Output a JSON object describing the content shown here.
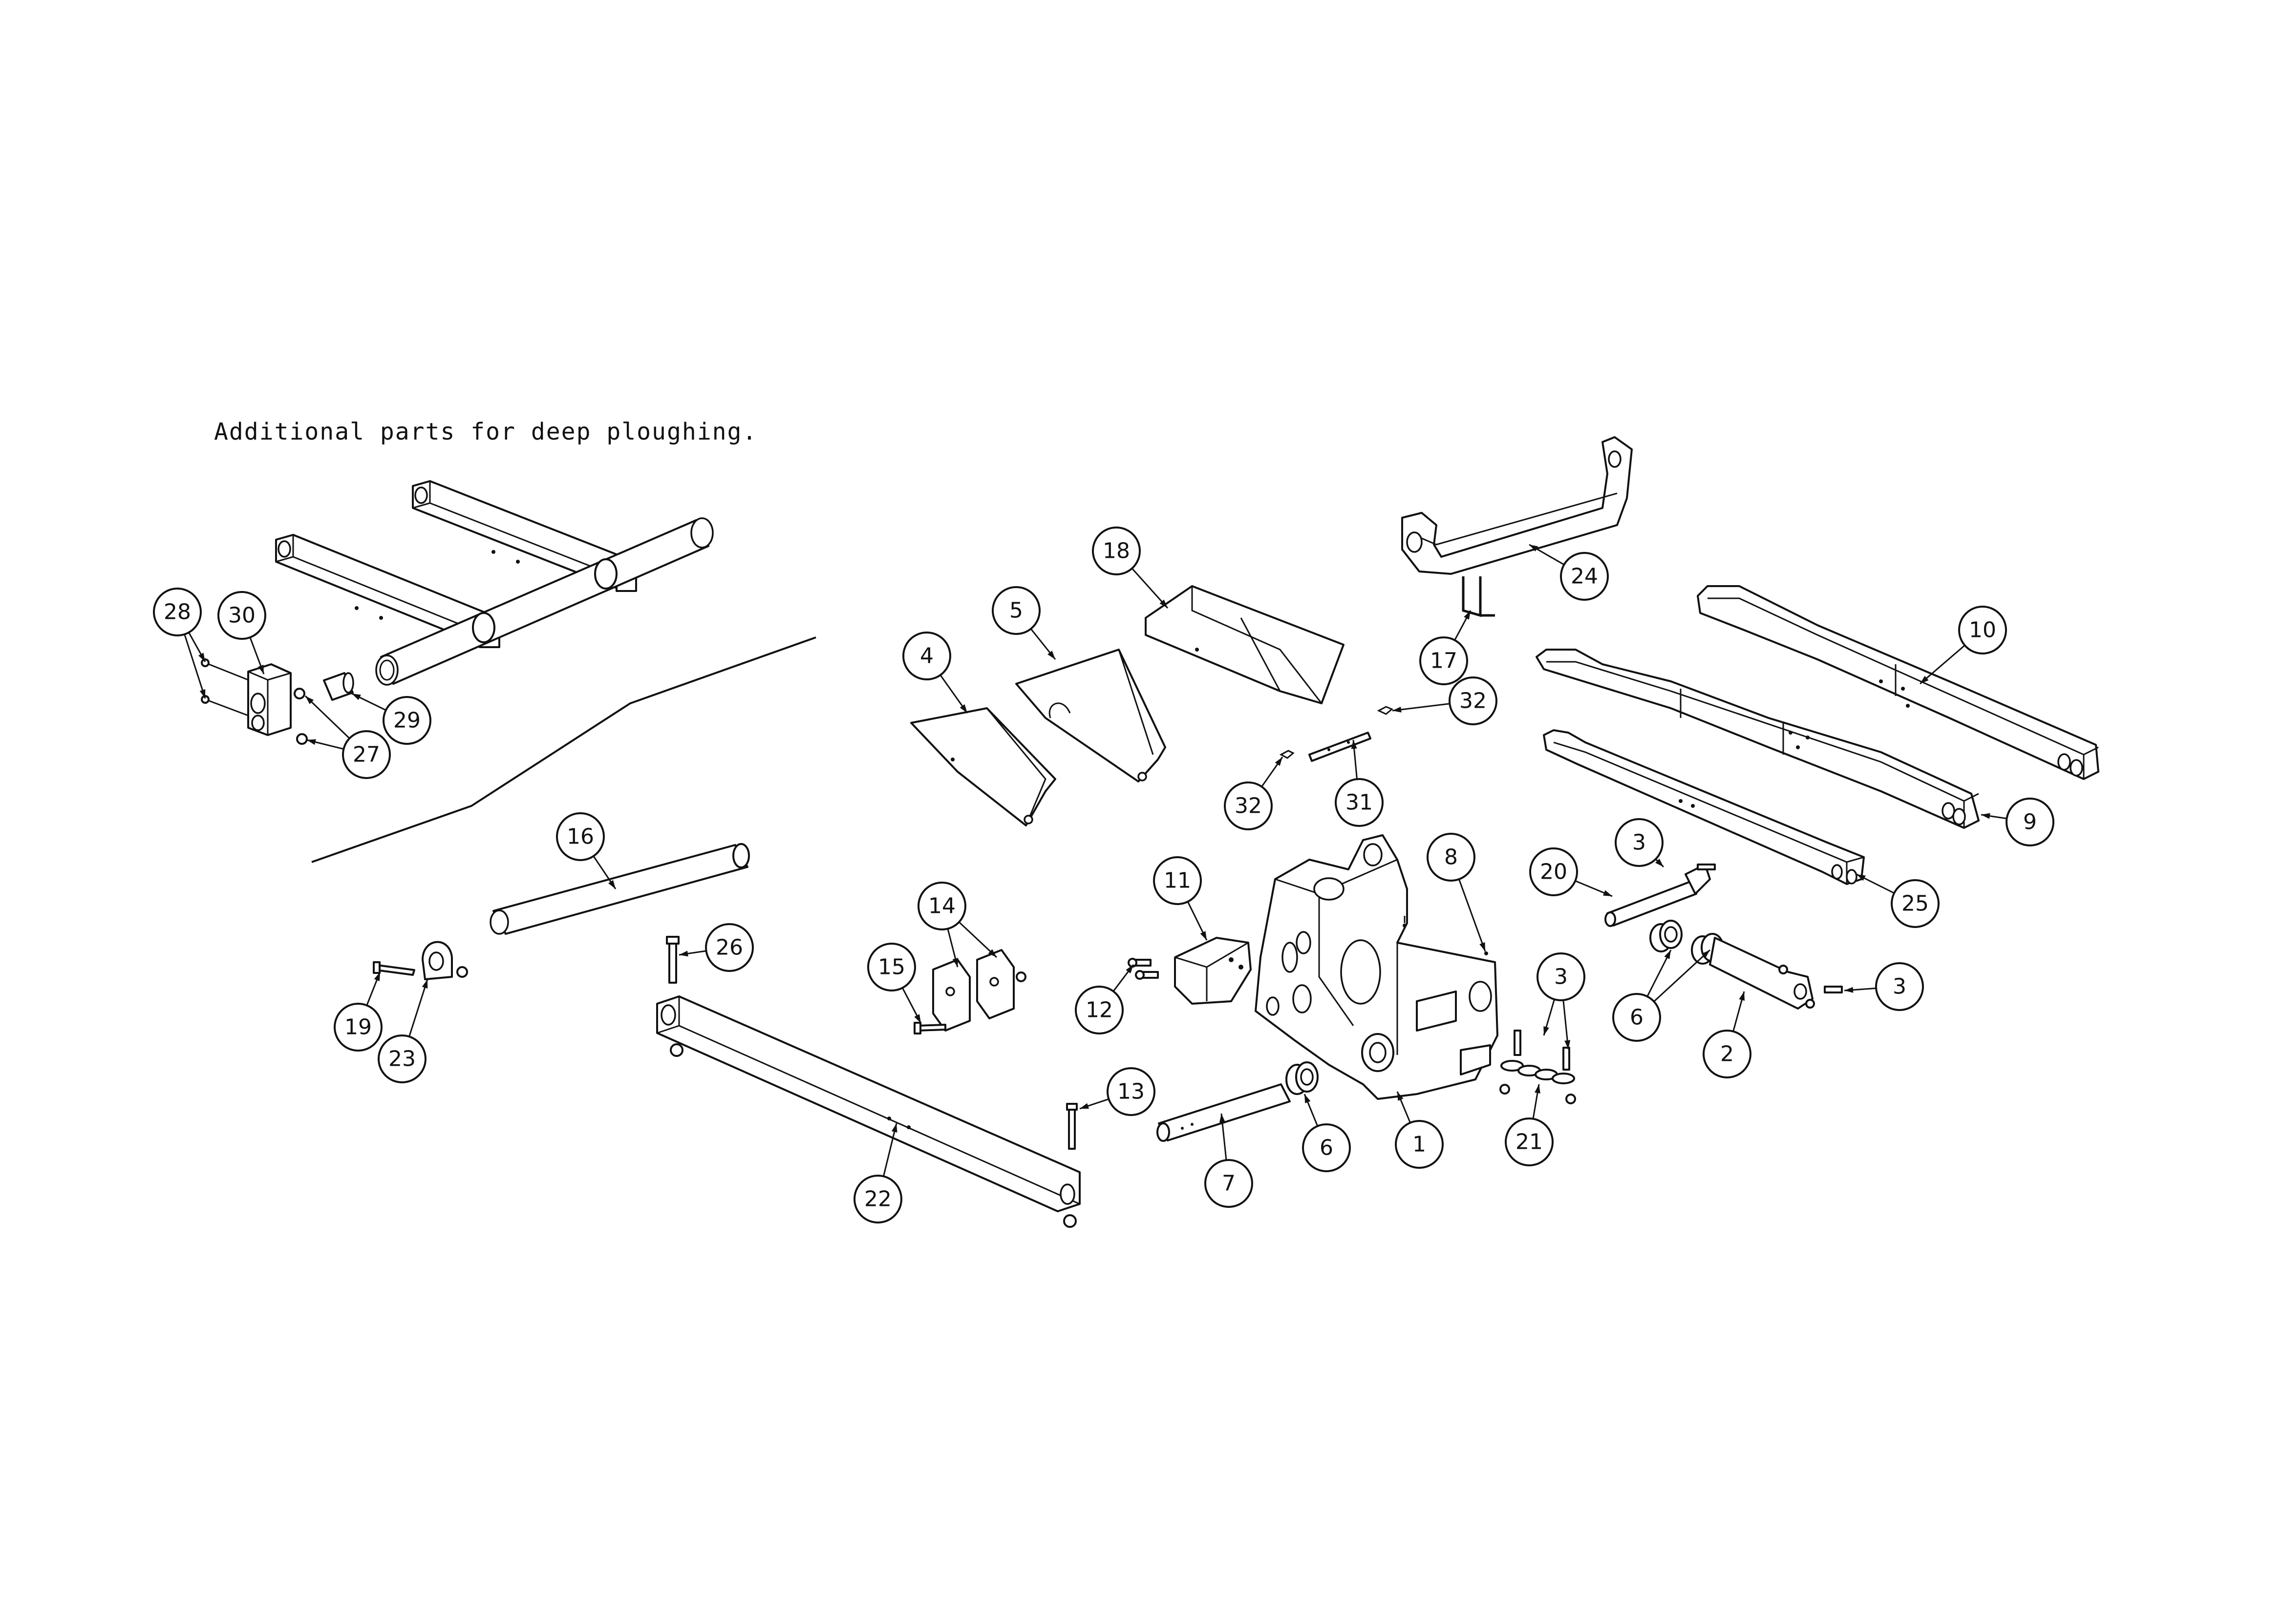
{
  "caption": "Additional parts for deep ploughing.",
  "balloons": [
    {
      "id": "1",
      "label": "1"
    },
    {
      "id": "2",
      "label": "2"
    },
    {
      "id": "3a",
      "label": "3"
    },
    {
      "id": "3b",
      "label": "3"
    },
    {
      "id": "3c",
      "label": "3"
    },
    {
      "id": "4",
      "label": "4"
    },
    {
      "id": "5",
      "label": "5"
    },
    {
      "id": "6a",
      "label": "6"
    },
    {
      "id": "6b",
      "label": "6"
    },
    {
      "id": "7",
      "label": "7"
    },
    {
      "id": "8",
      "label": "8"
    },
    {
      "id": "9",
      "label": "9"
    },
    {
      "id": "10",
      "label": "10"
    },
    {
      "id": "11",
      "label": "11"
    },
    {
      "id": "12",
      "label": "12"
    },
    {
      "id": "13",
      "label": "13"
    },
    {
      "id": "14",
      "label": "14"
    },
    {
      "id": "15",
      "label": "15"
    },
    {
      "id": "16",
      "label": "16"
    },
    {
      "id": "17",
      "label": "17"
    },
    {
      "id": "18",
      "label": "18"
    },
    {
      "id": "19",
      "label": "19"
    },
    {
      "id": "20",
      "label": "20"
    },
    {
      "id": "21",
      "label": "21"
    },
    {
      "id": "22",
      "label": "22"
    },
    {
      "id": "23",
      "label": "23"
    },
    {
      "id": "24",
      "label": "24"
    },
    {
      "id": "25",
      "label": "25"
    },
    {
      "id": "26",
      "label": "26"
    },
    {
      "id": "27",
      "label": "27"
    },
    {
      "id": "28",
      "label": "28"
    },
    {
      "id": "29",
      "label": "29"
    },
    {
      "id": "30",
      "label": "30"
    },
    {
      "id": "31",
      "label": "31"
    },
    {
      "id": "32a",
      "label": "32"
    },
    {
      "id": "32b",
      "label": "32"
    }
  ]
}
